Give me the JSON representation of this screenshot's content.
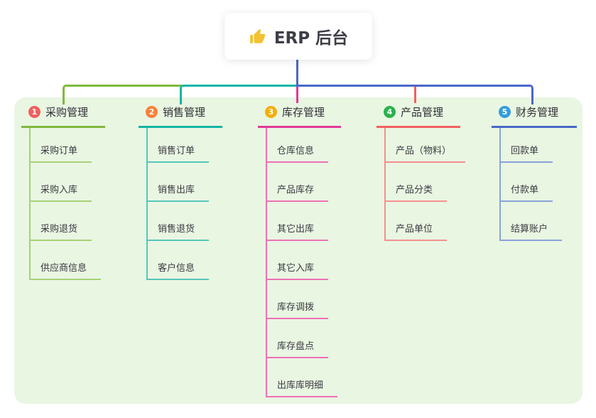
{
  "root": {
    "label": "ERP 后台",
    "icon": "thumbs-up"
  },
  "branches": [
    {
      "num": "1",
      "title": "采购管理",
      "badge_color": "#f25f5f",
      "line_color": "#80b93c",
      "child_line_color": "#a7d176",
      "children": [
        "采购订单",
        "采购入库",
        "采购退货",
        "供应商信息"
      ]
    },
    {
      "num": "2",
      "title": "销售管理",
      "badge_color": "#f8813a",
      "line_color": "#12b5a5",
      "child_line_color": "#55c6ba",
      "children": [
        "销售订单",
        "销售出库",
        "销售退货",
        "客户信息"
      ]
    },
    {
      "num": "3",
      "title": "库存管理",
      "badge_color": "#f6ae05",
      "line_color": "#e23a97",
      "child_line_color": "#ee71b5",
      "children": [
        "仓库信息",
        "产品库存",
        "其它出库",
        "其它入库",
        "库存调拨",
        "库存盘点",
        "出库库明细"
      ]
    },
    {
      "num": "4",
      "title": "产品管理",
      "badge_color": "#2cb14f",
      "line_color": "#f35f5f",
      "child_line_color": "#f68f8f",
      "children": [
        "产品（物料）",
        "产品分类",
        "产品单位"
      ]
    },
    {
      "num": "5",
      "title": "财务管理",
      "badge_color": "#339ddb",
      "line_color": "#4a68c7",
      "child_line_color": "#8aa2da",
      "children": [
        "回款单",
        "付款单",
        "结算账户"
      ]
    }
  ],
  "colors": {
    "trunk": "#4a68c7",
    "panel_bg": "#e9f6e2",
    "canvas_bg": "#ffffff",
    "thumb_icon": "#f2c230",
    "text": "#3a3a40"
  }
}
